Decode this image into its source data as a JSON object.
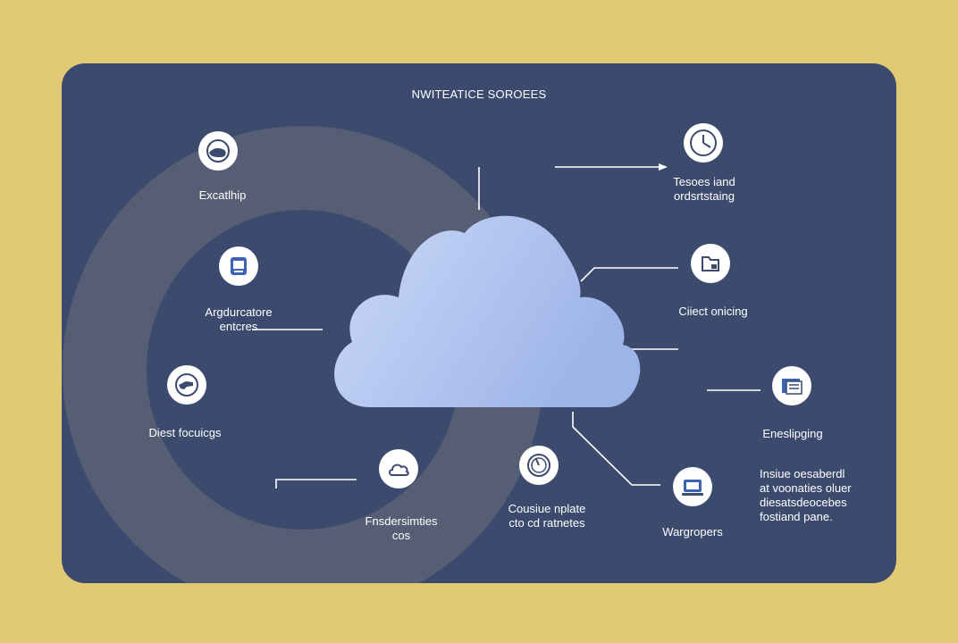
{
  "title": "NWITEATICE SOROEES",
  "colors": {
    "background": "#e2c974",
    "panel": "#3c4a6e",
    "cloud_light": "#c9d7f6",
    "cloud_dark": "#9fb6ea",
    "ring": "#5a6378",
    "line": "#ffffff"
  },
  "nodes": [
    {
      "id": "top-left",
      "icon": "globe-hand-icon",
      "label": "Excatlhip"
    },
    {
      "id": "mid-left",
      "icon": "device-icon",
      "label": "Argdurcatore\nentcres"
    },
    {
      "id": "low-left",
      "icon": "hand-icon",
      "label": "Diest focuicgs"
    },
    {
      "id": "bottom-left",
      "icon": "cloud-icon",
      "label": "Fnsdersimties\ncos"
    },
    {
      "id": "bottom-center",
      "icon": "gauge-icon",
      "label": "Cousiue nplate\ncto cd ratnetes"
    },
    {
      "id": "top-right",
      "icon": "clock-icon",
      "label": "Tesoes iand\nordsrtstaing"
    },
    {
      "id": "mid-right",
      "icon": "folder-icon",
      "label": "Ciiect onicing"
    },
    {
      "id": "low-right",
      "icon": "screens-icon",
      "label": "Eneslipging"
    },
    {
      "id": "bottom-right",
      "icon": "laptop-icon",
      "label": "Wargropers"
    }
  ],
  "note": "Insiue oesaberdl\nat voonaties oluer\ndiesatsdeocebes\nfostiand pane."
}
